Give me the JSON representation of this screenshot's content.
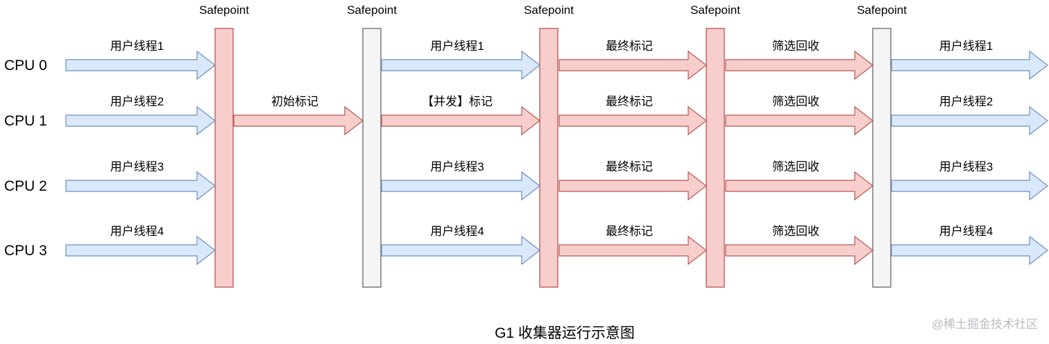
{
  "colors": {
    "user_fill": "#dae8fc",
    "user_stroke": "#6c8ebf",
    "gc_fill": "#f8cecc",
    "gc_stroke": "#b85450",
    "neutral_fill": "#f5f5f5",
    "neutral_stroke": "#666666"
  },
  "cpus": [
    "CPU 0",
    "CPU 1",
    "CPU 2",
    "CPU 3"
  ],
  "safepoints": [
    {
      "label": "Safepoint",
      "kind": "gc"
    },
    {
      "label": "Safepoint",
      "kind": "neutral"
    },
    {
      "label": "Safepoint",
      "kind": "gc"
    },
    {
      "label": "Safepoint",
      "kind": "gc"
    },
    {
      "label": "Safepoint",
      "kind": "neutral"
    }
  ],
  "phases": [
    {
      "name": "before-first-safepoint",
      "arrows": [
        {
          "cpu": 0,
          "label": "用户线程1",
          "kind": "user"
        },
        {
          "cpu": 1,
          "label": "用户线程2",
          "kind": "user"
        },
        {
          "cpu": 2,
          "label": "用户线程3",
          "kind": "user"
        },
        {
          "cpu": 3,
          "label": "用户线程4",
          "kind": "user"
        }
      ]
    },
    {
      "name": "initial-mark",
      "arrows": [
        {
          "cpu": 1,
          "label": "初始标记",
          "kind": "gc"
        }
      ]
    },
    {
      "name": "concurrent-mark",
      "arrows": [
        {
          "cpu": 0,
          "label": "用户线程1",
          "kind": "user"
        },
        {
          "cpu": 1,
          "label": "【并发】标记",
          "kind": "gc"
        },
        {
          "cpu": 2,
          "label": "用户线程3",
          "kind": "user"
        },
        {
          "cpu": 3,
          "label": "用户线程4",
          "kind": "user"
        }
      ]
    },
    {
      "name": "final-mark",
      "arrows": [
        {
          "cpu": 0,
          "label": "最终标记",
          "kind": "gc"
        },
        {
          "cpu": 1,
          "label": "最终标记",
          "kind": "gc"
        },
        {
          "cpu": 2,
          "label": "最终标记",
          "kind": "gc"
        },
        {
          "cpu": 3,
          "label": "最终标记",
          "kind": "gc"
        }
      ]
    },
    {
      "name": "live-data-counting-evacuation",
      "arrows": [
        {
          "cpu": 0,
          "label": "筛选回收",
          "kind": "gc"
        },
        {
          "cpu": 1,
          "label": "筛选回收",
          "kind": "gc"
        },
        {
          "cpu": 2,
          "label": "筛选回收",
          "kind": "gc"
        },
        {
          "cpu": 3,
          "label": "筛选回收",
          "kind": "gc"
        }
      ]
    },
    {
      "name": "after-last-safepoint",
      "arrows": [
        {
          "cpu": 0,
          "label": "用户线程1",
          "kind": "user"
        },
        {
          "cpu": 1,
          "label": "用户线程2",
          "kind": "user"
        },
        {
          "cpu": 2,
          "label": "用户线程3",
          "kind": "user"
        },
        {
          "cpu": 3,
          "label": "用户线程4",
          "kind": "user"
        }
      ]
    }
  ],
  "caption": "G1 收集器运行示意图",
  "watermark": "@稀土掘金技术社区"
}
